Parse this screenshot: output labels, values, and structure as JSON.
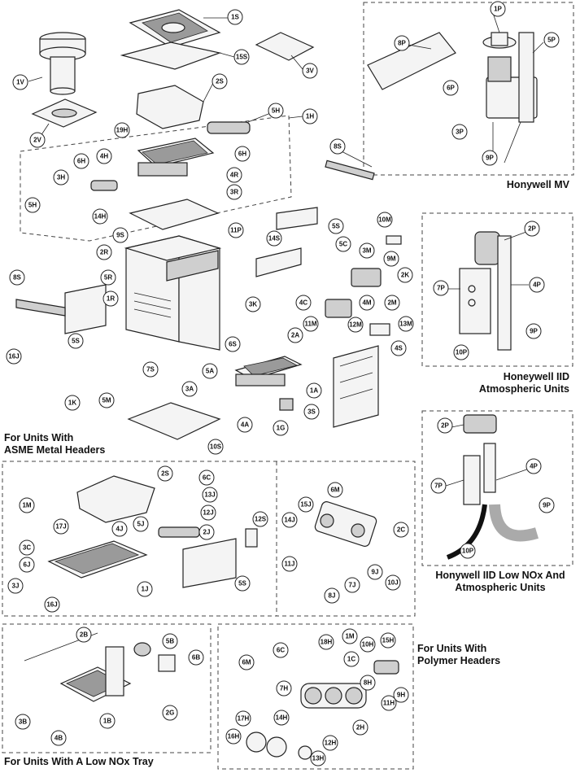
{
  "captions": {
    "honeywell_mv": "Honywell MV",
    "honeywell_iid_l1": "Honeywell IID",
    "honeywell_iid_l2": "Atmospheric Units",
    "asme_l1": "For Units With",
    "asme_l2": "ASME Metal Headers",
    "lownox_l1": "Honywell IID Low NOx And",
    "lownox_l2": "Atmospheric Units",
    "polymer_l1": "For Units With",
    "polymer_l2": "Polymer Headers",
    "lownox_tray": "For Units With A Low NOx Tray"
  },
  "part_labels": [
    "1S",
    "15S",
    "3V",
    "1V",
    "2V",
    "2S",
    "5H",
    "1H",
    "19H",
    "4H",
    "6H",
    "6H",
    "3H",
    "4R",
    "8S",
    "5H",
    "14H",
    "3R",
    "11P",
    "5S",
    "10M",
    "9S",
    "2R",
    "14S",
    "5C",
    "3M",
    "9M",
    "5R",
    "2K",
    "1R",
    "3K",
    "4C",
    "11M",
    "4M",
    "2M",
    "8S",
    "2A",
    "12M",
    "13M",
    "6S",
    "4S",
    "5S",
    "16J",
    "5A",
    "7S",
    "1A",
    "3A",
    "1K",
    "5M",
    "1G",
    "3S",
    "4A",
    "10S",
    "1P",
    "8P",
    "5P",
    "6P",
    "3P",
    "9P",
    "2P",
    "7P",
    "4P",
    "9P",
    "10P",
    "2P",
    "7P",
    "4P",
    "9P",
    "10P",
    "2S",
    "6C",
    "13J",
    "12J",
    "1M",
    "17J",
    "4J",
    "5J",
    "2J",
    "12S",
    "3C",
    "6J",
    "3J",
    "16J",
    "1J",
    "5S",
    "6M",
    "15J",
    "14J",
    "2C",
    "11J",
    "9J",
    "10J",
    "7J",
    "8J",
    "2B",
    "5B",
    "6B",
    "3B",
    "4B",
    "1B",
    "2G",
    "6C",
    "18H",
    "1M",
    "6M",
    "10H",
    "15H",
    "1C",
    "7H",
    "9H",
    "11H",
    "8H",
    "17H",
    "14H",
    "12H",
    "2H",
    "16H",
    "13H"
  ]
}
